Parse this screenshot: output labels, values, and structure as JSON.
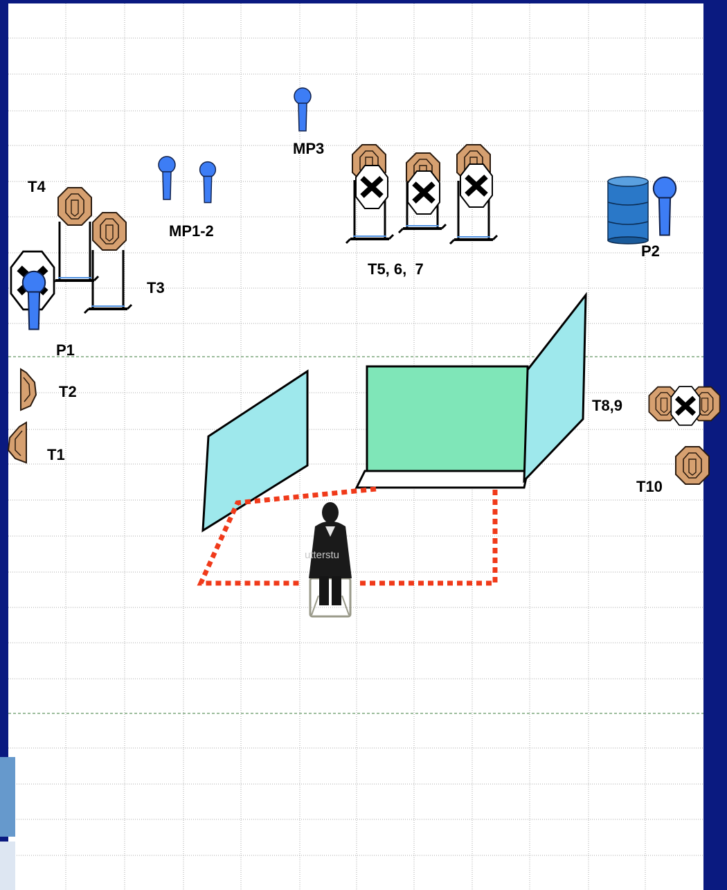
{
  "colors": {
    "frame": "#0a1a80",
    "grid": "#a8a8a8",
    "target_tan": "#d6a070",
    "popper_blue": "#3d7df5",
    "wall_cyan": "#9ee8ec",
    "wall_green": "#7fe6b8",
    "fault_line": "#f03a1a",
    "barrel_blue": "#2a78c8",
    "accent_blue": "#6699cc"
  },
  "labels": {
    "mp3": "MP3",
    "t4": "T4",
    "mp12": "MP1-2",
    "t567": "T5, 6,  7",
    "p2": "P2",
    "t3": "T3",
    "p1": "P1",
    "t2": "T2",
    "t1": "T1",
    "t89": "T8,9",
    "t10": "T10",
    "watermark": "utterstu"
  },
  "icons": {
    "paper_target": "octagon-target-icon",
    "no_shoot": "no-shoot-x-icon",
    "popper": "popper-icon",
    "barrel": "barrel-icon",
    "shooter": "seated-shooter-icon"
  }
}
